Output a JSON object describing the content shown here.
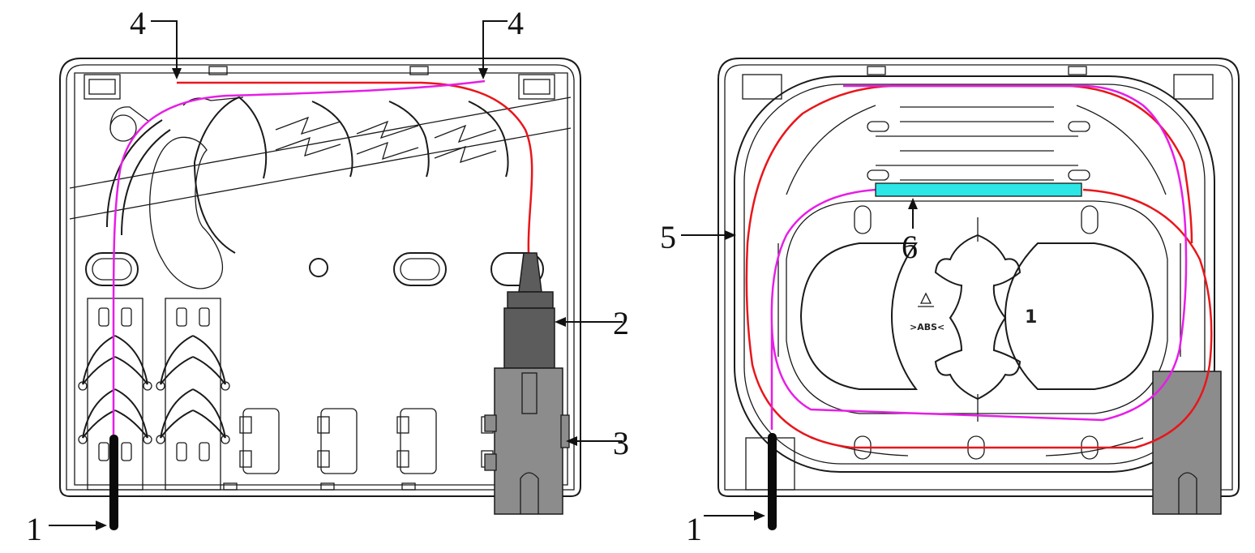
{
  "figure": {
    "left_panel": {
      "callouts": [
        {
          "id": "label-1-left",
          "text": "1"
        },
        {
          "id": "label-2",
          "text": "2"
        },
        {
          "id": "label-3",
          "text": "3"
        },
        {
          "id": "label-4-left",
          "text": "4"
        },
        {
          "id": "label-4-right",
          "text": "4"
        }
      ]
    },
    "right_panel": {
      "callouts": [
        {
          "id": "label-1-right",
          "text": "1"
        },
        {
          "id": "label-5",
          "text": "5"
        },
        {
          "id": "label-6",
          "text": "6"
        }
      ],
      "tray": {
        "number": "1",
        "material": "ABS",
        "material_mark": ">ABS<"
      }
    },
    "colors": {
      "fiber_red": "#e8161b",
      "fiber_magenta": "#e61ee6",
      "cable_black": "#0a0a0a",
      "connector_dark": "#5c5c5c",
      "adapter_gray": "#8c8c8c",
      "splice_sleeve_cyan": "#2de6e6",
      "outline": "#1a1a1a"
    }
  }
}
